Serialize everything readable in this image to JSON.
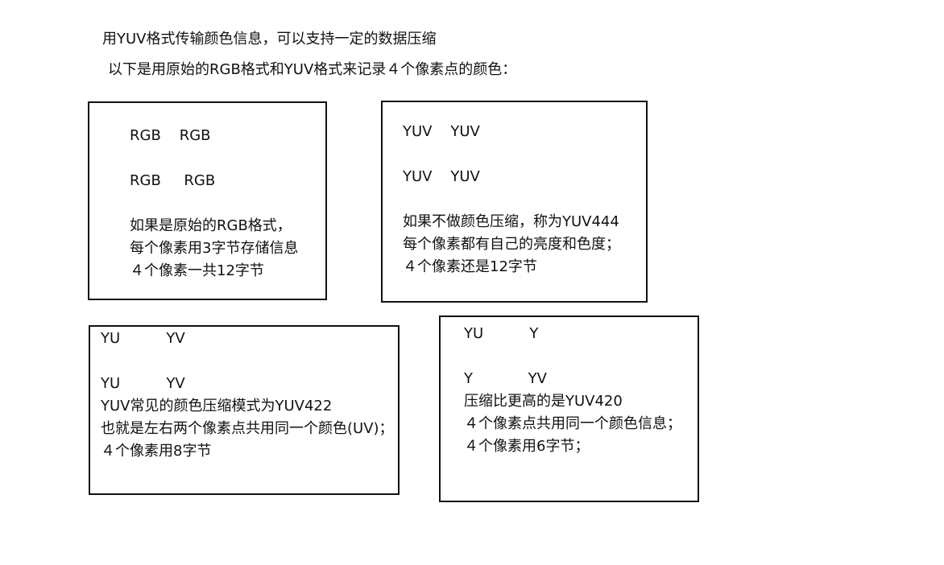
{
  "header": {
    "title": "用YUV格式传输颜色信息，可以支持一定的数据压缩",
    "subtitle": "以下是用原始的RGB格式和YUV格式来记录４个像素点的颜色："
  },
  "boxes": {
    "rgb": {
      "pixel_row_1": "RGB    RGB",
      "pixel_row_2": "RGB     RGB",
      "desc_1": "如果是原始的RGB格式，",
      "desc_2": "每个像素用3字节存储信息",
      "desc_3": "４个像素一共12字节"
    },
    "yuv444": {
      "pixel_row_1": "YUV    YUV",
      "pixel_row_2": "YUV    YUV",
      "desc_1": "如果不做颜色压缩，称为YUV444",
      "desc_2": "每个像素都有自己的亮度和色度；",
      "desc_3": "４个像素还是12字节"
    },
    "yuv422": {
      "pixel_row_1": "YU          YV",
      "pixel_row_2": "YU          YV",
      "desc_1": "YUV常见的颜色压缩模式为YUV422",
      "desc_2": "也就是左右两个像素点共用同一个颜色(UV)；",
      "desc_3": "４个像素用8字节"
    },
    "yuv420": {
      "pixel_row_1": "YU          Y",
      "pixel_row_2": "Y            YV",
      "desc_1": "压缩比更高的是YUV420",
      "desc_2": "４个像素点共用同一个颜色信息；",
      "desc_3": "４个像素用6字节；"
    }
  }
}
